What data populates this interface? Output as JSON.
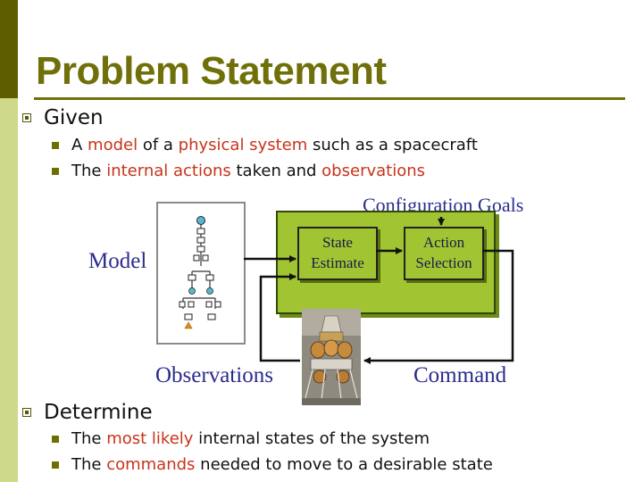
{
  "slide": {
    "title": "Problem Statement",
    "given": {
      "label": "Given",
      "items": [
        {
          "pre": "A ",
          "h1": "model",
          "mid": " of a ",
          "h2": "physical system",
          "post": " such as a spacecraft"
        },
        {
          "pre": "The ",
          "h1": "internal actions",
          "mid": " taken and ",
          "h2": "observations",
          "post": ""
        }
      ]
    },
    "determine": {
      "label": "Determine",
      "items": [
        {
          "pre": "The ",
          "h1": "most likely",
          "post": " internal states of the system"
        },
        {
          "pre": "The ",
          "h1": "commands",
          "post": " needed to move to a desirable state"
        }
      ]
    },
    "diagram": {
      "goals_label": "Configuration Goals",
      "model_label": "Model",
      "state_estimate_line1": "State",
      "state_estimate_line2": "Estimate",
      "action_selection_line1": "Action",
      "action_selection_line2": "Selection",
      "observations_label": "Observations",
      "command_label": "Command"
    },
    "colors": {
      "title": "#70700a",
      "highlight": "#c8331a",
      "diagram_text": "#2b2b8c",
      "box_fill": "#a0c432"
    }
  }
}
